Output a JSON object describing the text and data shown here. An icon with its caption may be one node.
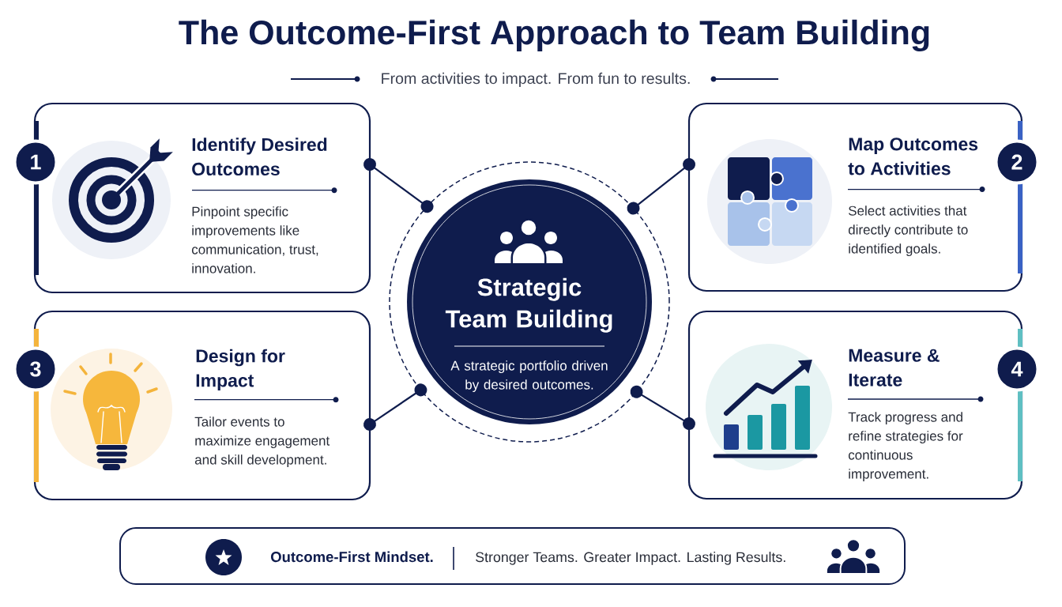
{
  "diagram": {
    "title": "The Outcome-First Approach to Team Building",
    "nodes": [
      {
        "text": [
          "1"
        ]
      },
      {
        "text": [
          "Identify Desired Outcomes",
          "Pinpoint specific improvements like communication, trust, innovation."
        ]
      },
      {
        "text": [
          "Strategic Team Building",
          "A strategic portfolio driven by desired outcomes."
        ]
      },
      {
        "text": [
          "Map Outcomes to Activities",
          "Select activities that directly contribute to identified goals."
        ]
      },
      {
        "text": [
          "2"
        ]
      },
      {
        "text": [
          "3"
        ]
      },
      {
        "text": [
          "Design for Impact",
          "Tailor events to maximize engagement and skill development."
        ]
      },
      {
        "text": [
          "Measure & Iterate",
          "Track progress and refine strategies for continuous improvement."
        ]
      },
      {
        "text": [
          "4"
        ]
      },
      {
        "text": [
          "Outcome-First Mindset.",
          "Stronger Teams. Greater Impact. Lasting Results."
        ]
      }
    ],
    "edges": [
      {
        "from": 1,
        "to": 2,
        "arrow": "other"
      },
      {
        "from": 3,
        "to": 2,
        "arrow": "other"
      },
      {
        "from": 6,
        "to": 2,
        "arrow": "other"
      },
      {
        "from": 7,
        "to": 2,
        "arrow": "other"
      }
    ],
    "labels": [
      "From activities to impact. From fun to results."
    ]
  }
}
